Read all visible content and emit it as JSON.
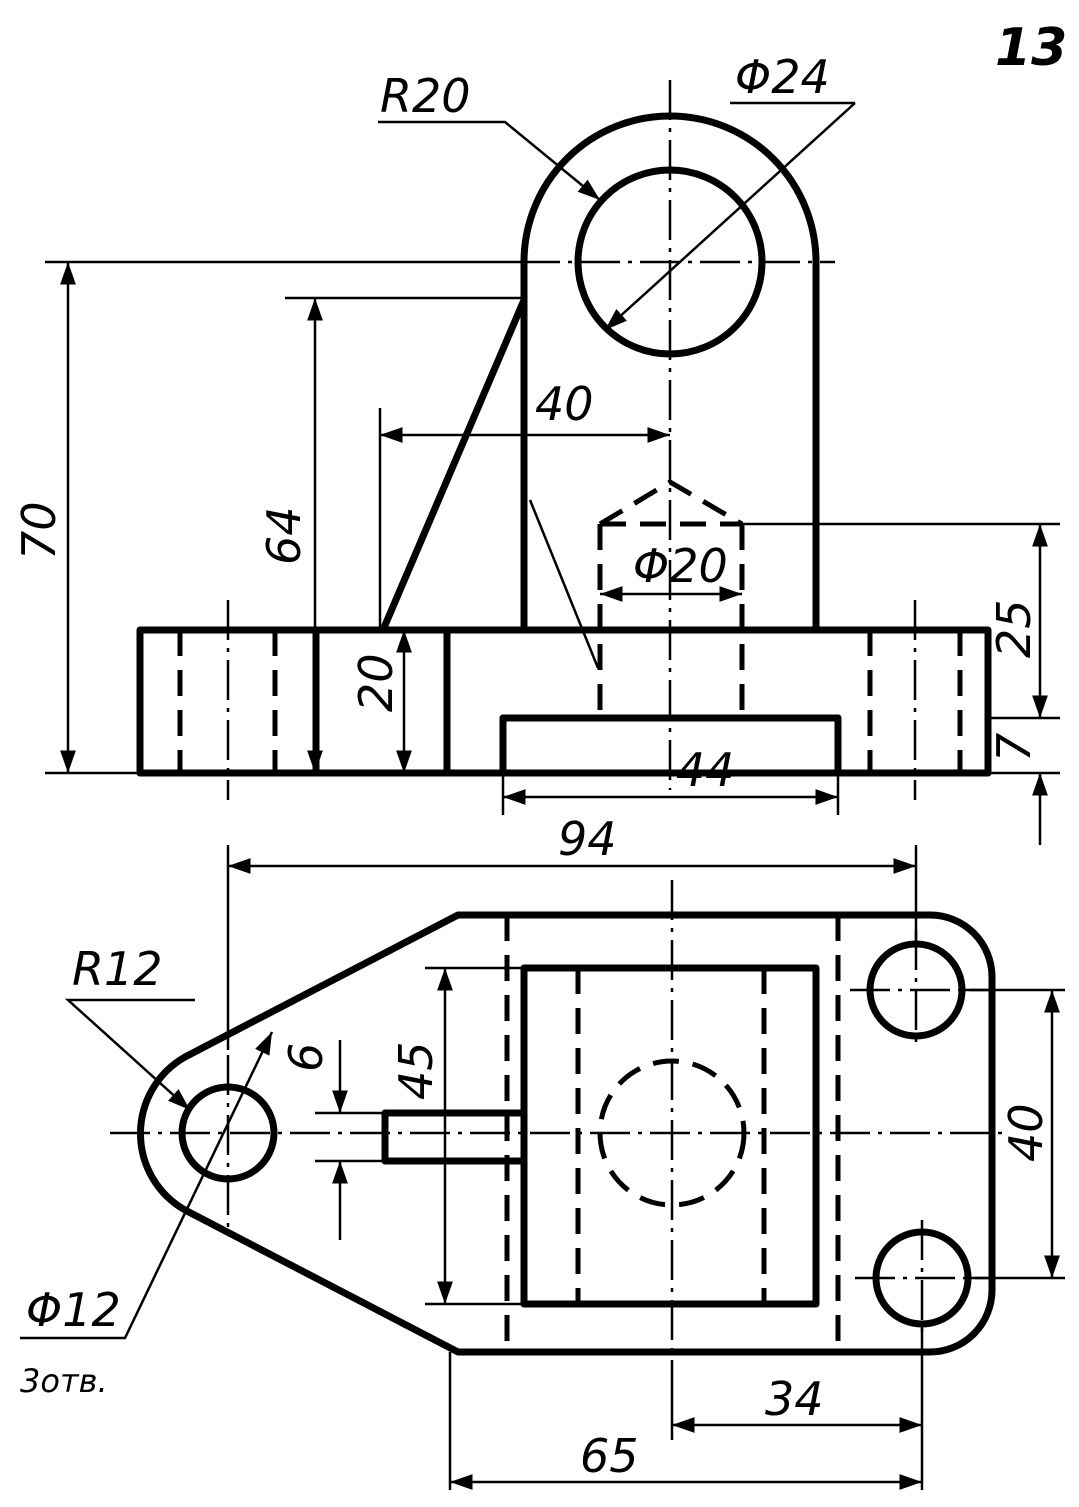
{
  "sheet_number": "13",
  "front_view": {
    "labels": {
      "r20": "R20",
      "phi24": "Φ24",
      "d40": "40",
      "d70": "70",
      "d64": "64",
      "phi20": "Φ20",
      "d25": "25",
      "d20": "20",
      "d7": "7",
      "d44": "44"
    }
  },
  "top_view": {
    "labels": {
      "d94": "94",
      "r12": "R12",
      "d6": "6",
      "d45": "45",
      "d40": "40",
      "phi12": "Φ12",
      "holes": "3отв.",
      "d34": "34",
      "d65": "65"
    }
  },
  "colors": {
    "line": "#000000",
    "paper": "#ffffff"
  }
}
